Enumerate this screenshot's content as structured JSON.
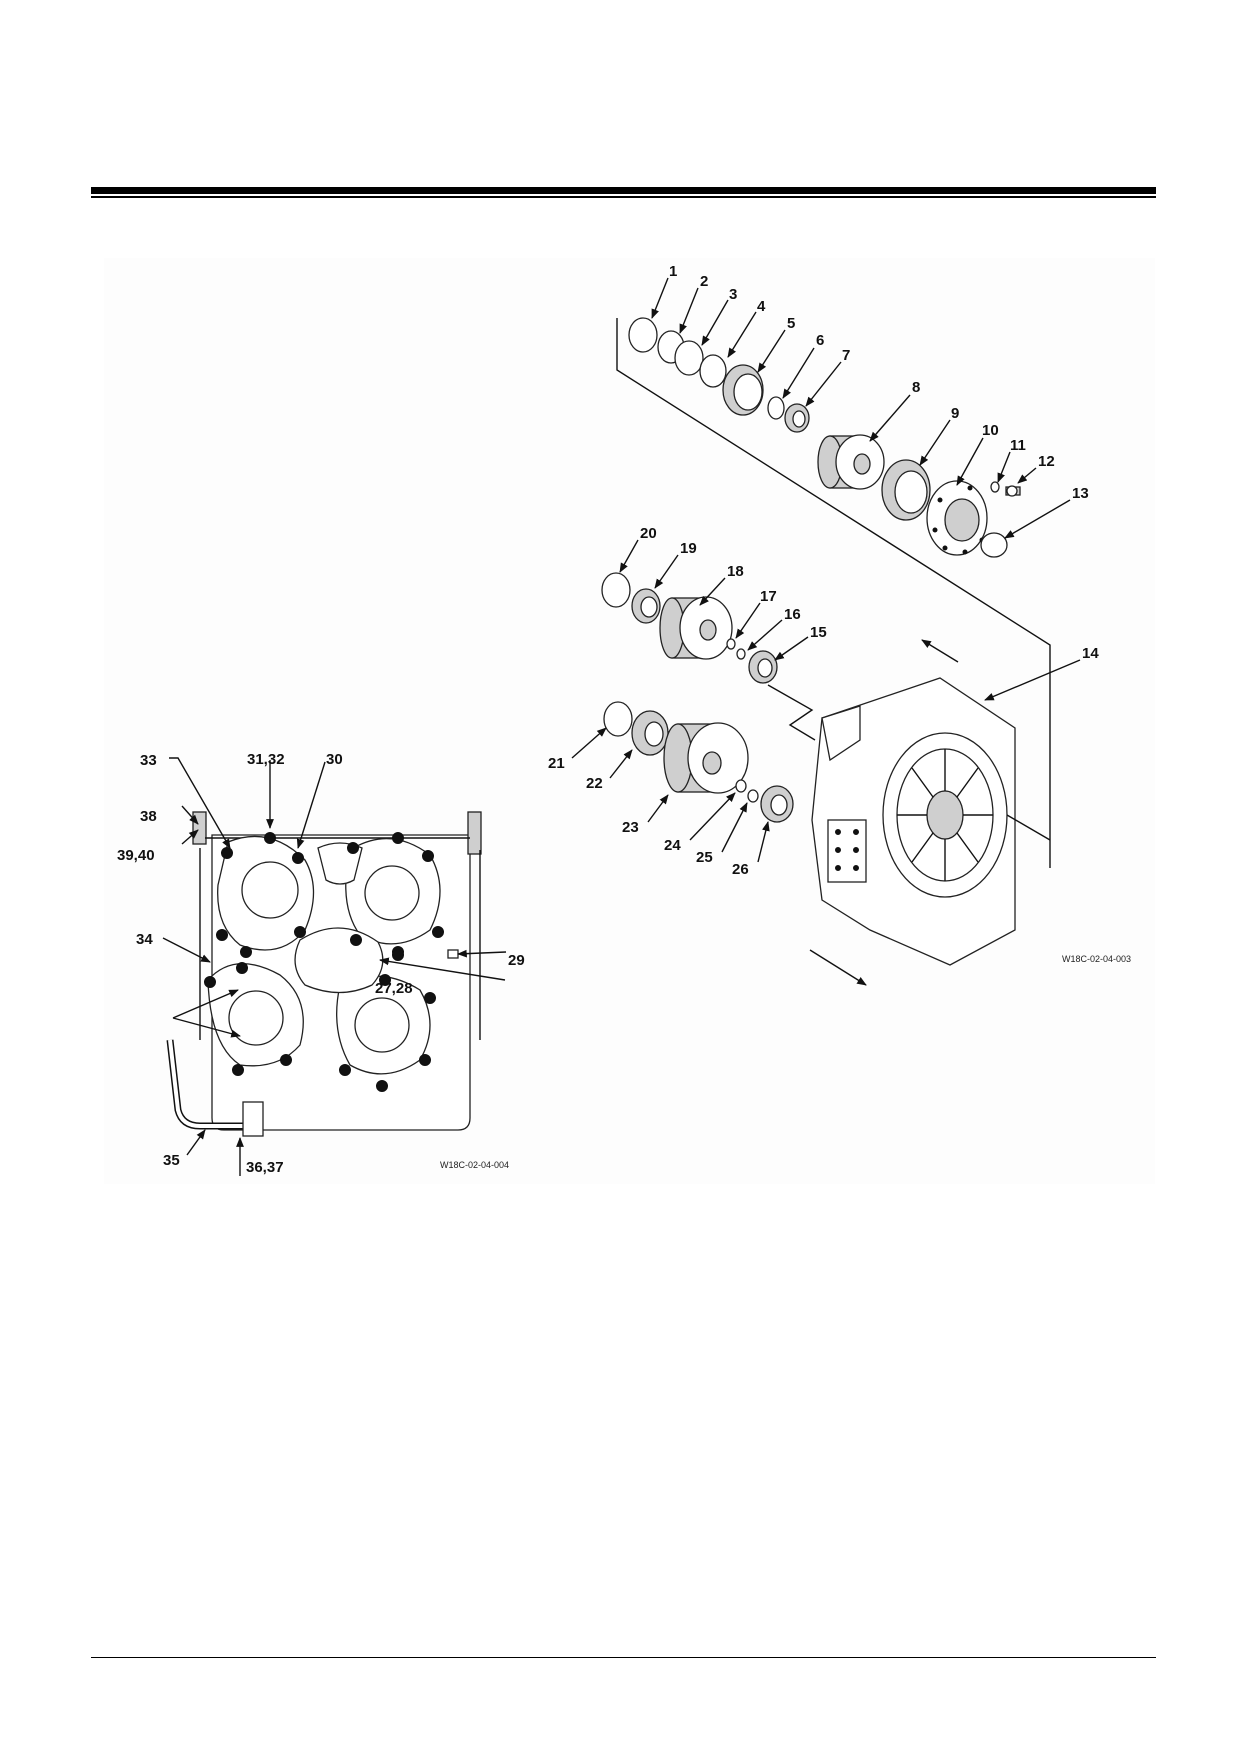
{
  "figures": {
    "exploded": {
      "code": "W18C-02-04-003",
      "callouts": [
        "1",
        "2",
        "3",
        "4",
        "5",
        "6",
        "7",
        "8",
        "9",
        "10",
        "11",
        "12",
        "13",
        "14",
        "15",
        "16",
        "17",
        "18",
        "19",
        "20",
        "21",
        "22",
        "23",
        "24",
        "25",
        "26"
      ]
    },
    "front": {
      "code": "W18C-02-04-004",
      "callouts": [
        "27,28",
        "29",
        "30",
        "31,32",
        "33",
        "34",
        "35",
        "36,37",
        "38",
        "39,40"
      ]
    }
  }
}
